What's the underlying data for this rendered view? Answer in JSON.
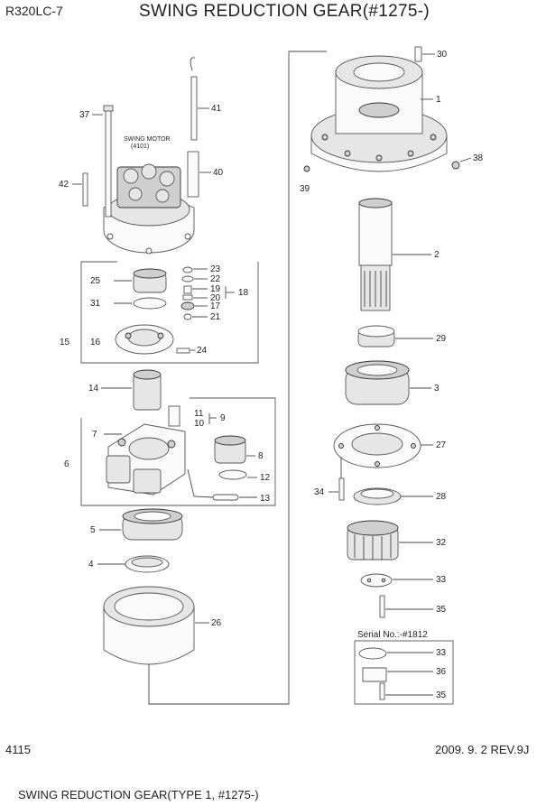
{
  "header": {
    "model": "R320LC-7",
    "title": "SWING REDUCTION GEAR(#1275-)"
  },
  "footer": {
    "page_number": "4115",
    "date_revision": "2009. 9. 2  REV.9J",
    "caption": "SWING REDUCTION GEAR(TYPE 1, #1275-)"
  },
  "swing_motor": {
    "label": "SWING MOTOR",
    "ref": "(4101)"
  },
  "inset": {
    "title": "Serial No.:-#1812"
  },
  "callouts": {
    "c1": "1",
    "c2": "2",
    "c3": "3",
    "c4": "4",
    "c5": "5",
    "c6": "6",
    "c7": "7",
    "c8": "8",
    "c9": "9",
    "c10": "10",
    "c11": "11",
    "c14": "14",
    "c15": "15",
    "c16": "16",
    "c17": "17",
    "c18": "18",
    "c19": "19",
    "c20": "20",
    "c21": "21",
    "c22": "22",
    "c23": "23",
    "c24": "24",
    "c25": "25",
    "c26": "26",
    "c27": "27",
    "c28": "28",
    "c29": "29",
    "c30": "30",
    "c31": "31",
    "c32": "32",
    "c33": "33",
    "c34": "34",
    "c35": "35",
    "c37": "37",
    "c38": "38",
    "c39": "39",
    "c40": "40",
    "c41": "41",
    "c42": "42",
    "c12": "12",
    "c13": "13",
    "c33b": "33",
    "c35b": "35",
    "c36": "36"
  }
}
